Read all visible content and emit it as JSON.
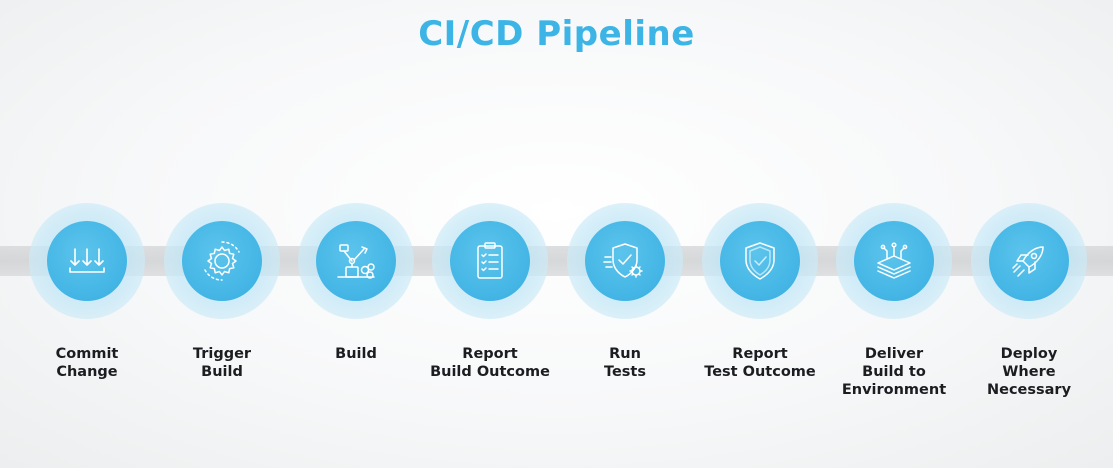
{
  "title": "CI/CD Pipeline",
  "colors": {
    "accent": "#3cb4e5",
    "circle": "#46b7e6",
    "halo": "#c8e9f7",
    "label": "#1b1d20",
    "track": "#d3d5d7"
  },
  "steps": [
    {
      "icon": "commit-arrows-icon",
      "label_lines": [
        "Commit",
        "Change"
      ]
    },
    {
      "icon": "gear-icon",
      "label_lines": [
        "Trigger",
        "Build"
      ]
    },
    {
      "icon": "robot-arm-icon",
      "label_lines": [
        "Build"
      ]
    },
    {
      "icon": "clipboard-checklist-icon",
      "label_lines": [
        "Report",
        "Build Outcome"
      ]
    },
    {
      "icon": "shield-gear-icon",
      "label_lines": [
        "Run",
        "Tests"
      ]
    },
    {
      "icon": "shield-check-icon",
      "label_lines": [
        "Report",
        "Test Outcome"
      ]
    },
    {
      "icon": "layers-stack-icon",
      "label_lines": [
        "Deliver",
        "Build to",
        "Environment"
      ]
    },
    {
      "icon": "rocket-icon",
      "label_lines": [
        "Deploy",
        "Where",
        "Necessary"
      ]
    }
  ]
}
